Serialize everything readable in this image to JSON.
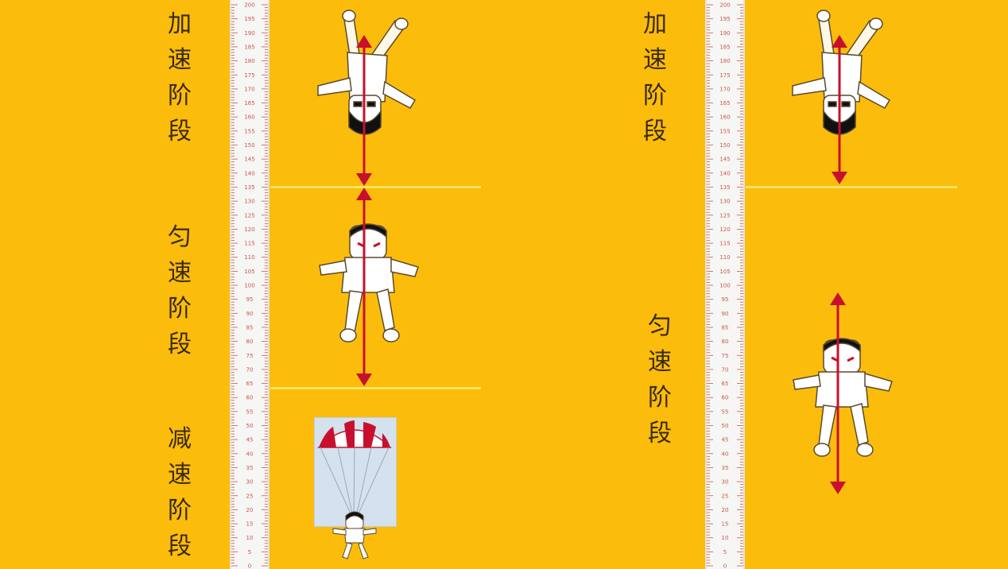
{
  "colors": {
    "background": "#FBBC0B",
    "ruler": "#F6F6F4",
    "tick": "#C9564B",
    "divider": "#FBE86A",
    "arrow": "#C8102E",
    "label": "#3A2A12"
  },
  "ruler": {
    "max": 200,
    "min": 0,
    "label_step": 5,
    "labels": [
      "200",
      "195",
      "190",
      "185",
      "180",
      "175",
      "170",
      "165",
      "160",
      "155",
      "150",
      "145",
      "140",
      "135",
      "130",
      "125",
      "120",
      "115",
      "110",
      "105",
      "100",
      "95",
      "90",
      "85",
      "80",
      "75",
      "70",
      "65",
      "60",
      "55",
      "50",
      "45",
      "40",
      "35",
      "30",
      "25",
      "20",
      "15",
      "10",
      "5",
      "0"
    ]
  },
  "left_panel": {
    "stages": [
      {
        "label": "加速阶段"
      },
      {
        "label": "匀速阶段"
      },
      {
        "label": "减速阶段"
      }
    ],
    "figures": [
      "skydiver-upside-down-icon",
      "skydiver-spread-icon",
      "parachute-icon"
    ]
  },
  "right_panel": {
    "stages": [
      {
        "label": "加速阶段"
      },
      {
        "label": "匀速阶段"
      }
    ],
    "figures": [
      "skydiver-upside-down-icon",
      "skydiver-spread-icon"
    ]
  }
}
